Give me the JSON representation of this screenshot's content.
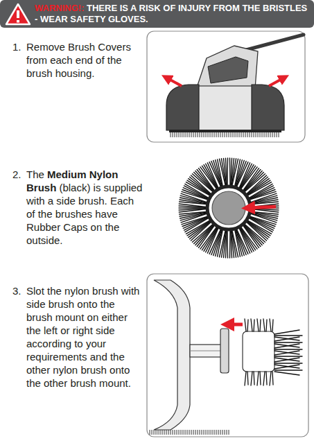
{
  "diagram": {
    "nodes": [
      {
        "text": [
          "WARNING!:",
          "THERE IS A RISK OF INJURY FROM THE BRISTLES - WEAR SAFETY GLOVES."
        ]
      }
    ],
    "labels": [
      "1.",
      "Remove Brush Covers from each end of the brush housing.",
      "2.",
      "The",
      "Medium Nylon Brush",
      "(black) is supplied with a side brush. Each of the brushes have Rubber Caps on the outside.",
      "3.",
      "Slot the nylon brush with side brush onto the brush mount on either the left or right side according to your requirements and the other nylon brush onto the other brush mount."
    ]
  }
}
